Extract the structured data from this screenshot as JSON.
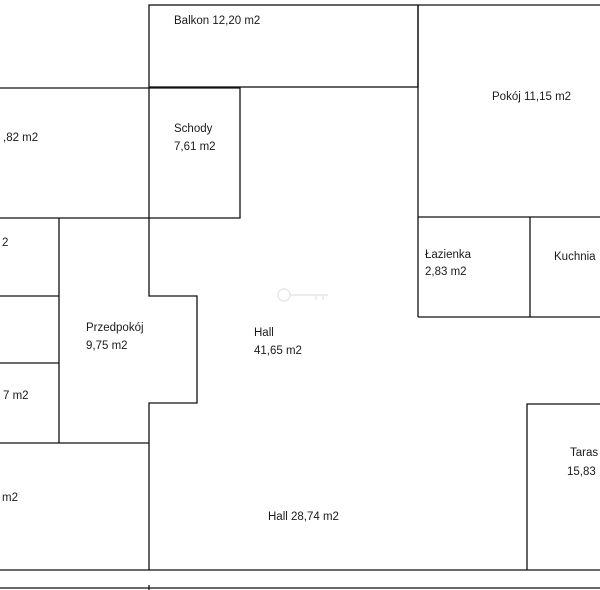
{
  "rooms": {
    "balkon": {
      "name": "Balkon 12,20 m2"
    },
    "pokoj_left": {
      "area": ",82 m2"
    },
    "schody": {
      "name": "Schody",
      "area": "7,61 m2"
    },
    "pokoj_right": {
      "name": "Pokój 11,15 m2"
    },
    "left_room_2": {
      "area": "2"
    },
    "lazienka": {
      "name": "Łazienka",
      "area": "2,83 m2"
    },
    "kuchnia": {
      "name": "Kuchnia"
    },
    "left_room_3": {
      "area": ""
    },
    "przedpokoj": {
      "name": "Przedpokój",
      "area": "9,75 m2"
    },
    "hall_upper": {
      "name": "Hall",
      "area": "41,65 m2"
    },
    "left_room_4": {
      "area": "7 m2"
    },
    "taras": {
      "name": "Taras",
      "area": "15,83"
    },
    "left_room_5": {
      "area": "m2"
    },
    "hall_lower": {
      "name": "Hall 28,74 m2"
    }
  },
  "line_color": "#111111",
  "watermark_icon": "key-icon"
}
